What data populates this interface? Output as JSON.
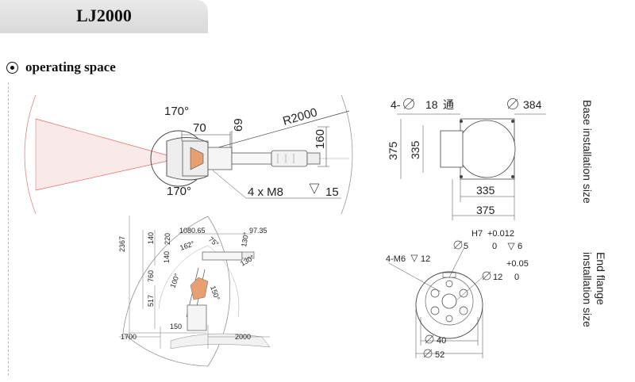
{
  "header": {
    "title": "LJ2000"
  },
  "section": {
    "label": "operating space"
  },
  "top_view": {
    "angle_upper": "170°",
    "angle_lower": "170°",
    "dim_70": "70",
    "dim_69": "69",
    "dim_160": "160",
    "radius": "R2000",
    "bolt_note": "4 x M8",
    "bolt_depth": "15"
  },
  "side_view": {
    "d2367": "2367",
    "d140a": "140",
    "d220": "220",
    "d1080": "1080.65",
    "d97": "97.35",
    "d140b": "140",
    "d760": "760",
    "d517": "517",
    "d150": "150",
    "d1700": "1700",
    "d2000": "2000",
    "a162": "162°",
    "a75": "75°",
    "a130a": "130°",
    "a130b": "130°",
    "a100": "100°",
    "a150": "150°"
  },
  "base": {
    "holes_prefix": "4-",
    "holes_dia": "18",
    "holes_cjk": "通",
    "outer_dia": "384",
    "h375": "375",
    "h335": "335",
    "w335": "335",
    "w375": "375",
    "label": "Base installation size"
  },
  "flange": {
    "h7": "H7",
    "tol_a": "+0.012",
    "tol_a0": "0",
    "pin_dia": "5",
    "pin_depth": "6",
    "thread": "4-M6",
    "thread_depth": "12",
    "tol_b": "+0.05",
    "center_dia": "12",
    "tol_b0": "0",
    "d40": "40",
    "d52": "52",
    "label_line1": "End flange",
    "label_line2": "installation size"
  }
}
